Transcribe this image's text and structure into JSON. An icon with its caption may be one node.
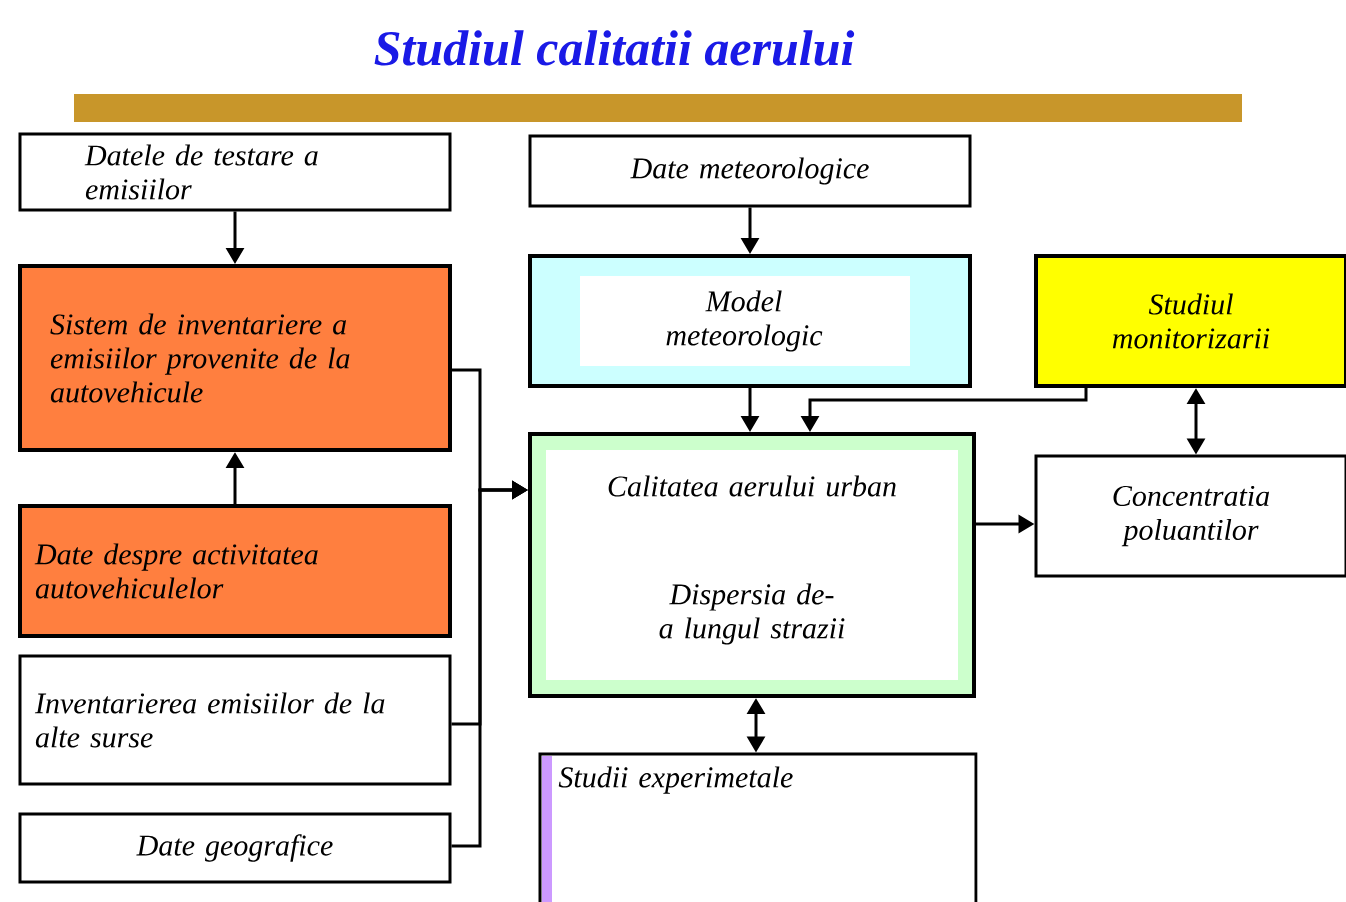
{
  "diagram": {
    "title": "Studiul calitatii aerului",
    "nodes": [
      {
        "text": [
          "Datele de testare a emisiilor"
        ]
      },
      {
        "text": [
          "Sistem de inventariere a emisiilor provenite de la autovehicule"
        ]
      },
      {
        "text": [
          "Date despre activitatea autovehiculelor"
        ]
      },
      {
        "text": [
          "Inventarierea emisiilor de la alte surse"
        ]
      },
      {
        "text": [
          "Date geografice"
        ]
      },
      {
        "text": [
          "Date meteorologice"
        ]
      },
      {
        "text": [
          "Model meteorologic"
        ]
      },
      {
        "text": [
          "Calitatea aerului urban",
          "Dispersia de-a lungul strazii"
        ]
      },
      {
        "text": [
          "Studiul monitorizarii"
        ]
      },
      {
        "text": [
          "Concentratia poluantilor"
        ]
      },
      {
        "text": [
          "Studii experimetale"
        ]
      }
    ],
    "edges": [
      {
        "from": 0,
        "to": 1,
        "arrow": "to"
      },
      {
        "from": 2,
        "to": 1,
        "arrow": "to"
      },
      {
        "from": 1,
        "to": 7,
        "arrow": "to"
      },
      {
        "from": 3,
        "to": 7,
        "arrow": "to"
      },
      {
        "from": 4,
        "to": 7,
        "arrow": "to"
      },
      {
        "from": 5,
        "to": 6,
        "arrow": "to"
      },
      {
        "from": 6,
        "to": 7,
        "arrow": "to"
      },
      {
        "from": 8,
        "to": 7,
        "arrow": "to"
      },
      {
        "from": 8,
        "to": 9,
        "arrow": "both"
      },
      {
        "from": 7,
        "to": 9,
        "arrow": "to"
      },
      {
        "from": 7,
        "to": 10,
        "arrow": "both"
      }
    ]
  }
}
